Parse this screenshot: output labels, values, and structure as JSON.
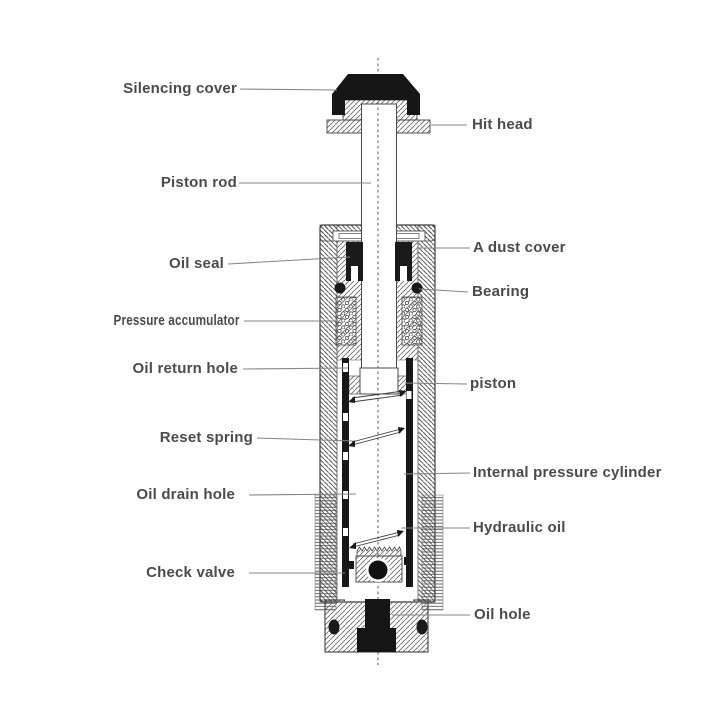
{
  "diagram": {
    "type": "technical-cross-section",
    "subject": "Hydraulic shock absorber internal structure",
    "background": "#ffffff",
    "ink": "#3b3b3b",
    "label_color": "#4b4b4b",
    "leader_color": "#848484",
    "labels_left": [
      {
        "id": "silencing-cover",
        "text": "Silencing cover"
      },
      {
        "id": "piston-rod",
        "text": "Piston rod"
      },
      {
        "id": "oil-seal",
        "text": "Oil seal"
      },
      {
        "id": "pressure-accumulator",
        "text": "Pressure accumulator"
      },
      {
        "id": "oil-return-hole",
        "text": "Oil return hole"
      },
      {
        "id": "reset-spring",
        "text": "Reset spring"
      },
      {
        "id": "oil-drain-hole",
        "text": "Oil drain hole"
      },
      {
        "id": "check-valve",
        "text": "Check valve"
      }
    ],
    "labels_right": [
      {
        "id": "hit-head",
        "text": "Hit head"
      },
      {
        "id": "a-dust-cover",
        "text": "A dust cover"
      },
      {
        "id": "bearing",
        "text": "Bearing"
      },
      {
        "id": "piston",
        "text": "piston"
      },
      {
        "id": "internal-pressure-cylinder",
        "text": "Internal pressure cylinder"
      },
      {
        "id": "hydraulic-oil",
        "text": "Hydraulic oil"
      },
      {
        "id": "oil-hole",
        "text": "Oil hole"
      }
    ]
  }
}
